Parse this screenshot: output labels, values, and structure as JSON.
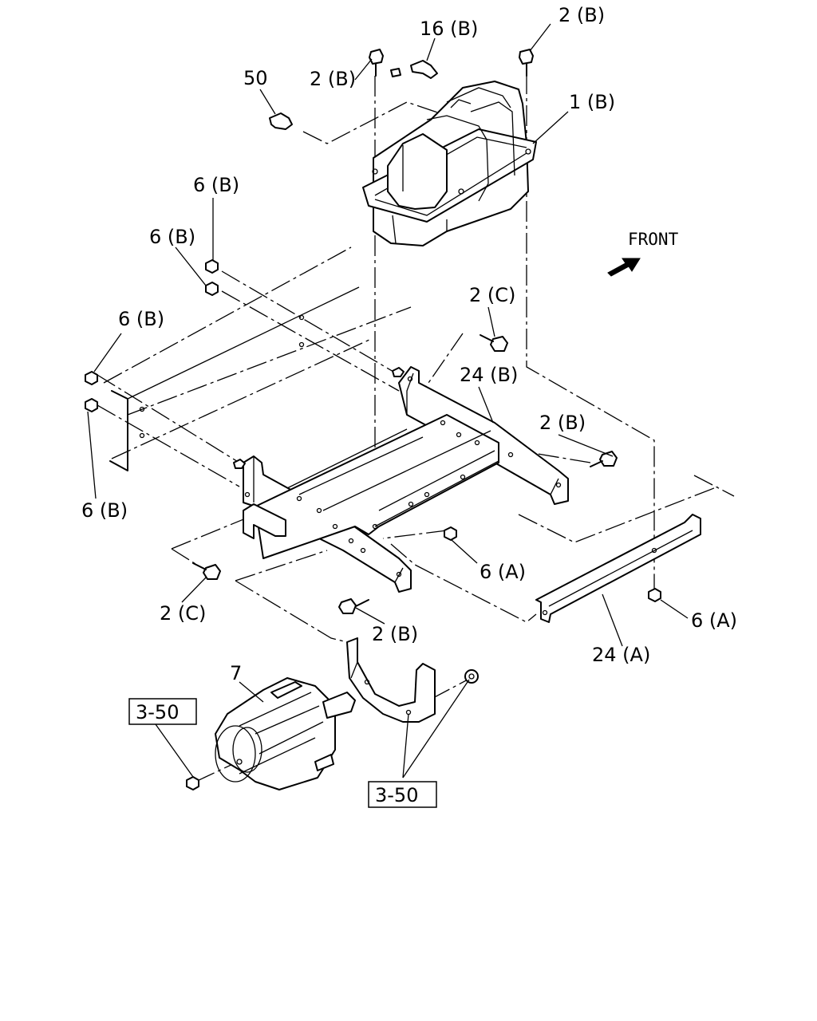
{
  "labels": {
    "fastener_2b_top_right": "2 (B)",
    "hose_16b": "16 (B)",
    "fastener_2b_top_left": "2 (B)",
    "part_50": "50",
    "tank_1b": "1 (B)",
    "nut_6b_a": "6 (B)",
    "nut_6b_b": "6 (B)",
    "nut_6b_c": "6 (B)",
    "nut_6b_d": "6 (B)",
    "front": "FRONT",
    "bolt_2c_right": "2 (C)",
    "bracket_24b": "24 (B)",
    "bolt_2b_right": "2 (B)",
    "nut_6a_center": "6 (A)",
    "nut_6a_right": "6 (A)",
    "bolt_2c_left": "2 (C)",
    "bolt_2b_bottom": "2 (B)",
    "bracket_24a": "24 (A)",
    "part_7": "7",
    "ref_3_50_left": "3-50",
    "ref_3_50_right": "3-50"
  },
  "icons": {
    "front_arrow": "front-arrow-icon"
  }
}
